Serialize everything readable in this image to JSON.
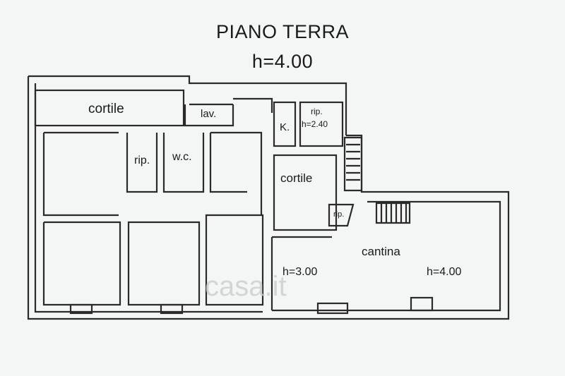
{
  "header": {
    "title": "PIANO TERRA",
    "height": "h=4.00"
  },
  "rooms": {
    "cortile_top": "cortile",
    "lav": "lav.",
    "k": "K.",
    "rip_top": "rip.",
    "rip_top_height": "h=2.40",
    "rip_left": "rip.",
    "wc": "w.c.",
    "cortile_mid": "cortile",
    "rip_small": "rip.",
    "cantina": "cantina",
    "h_left": "h=3.00",
    "h_right": "h=4.00"
  },
  "watermark": "casa.it",
  "colors": {
    "wall": "#2a2a2a",
    "background": "#f4f6f5"
  }
}
